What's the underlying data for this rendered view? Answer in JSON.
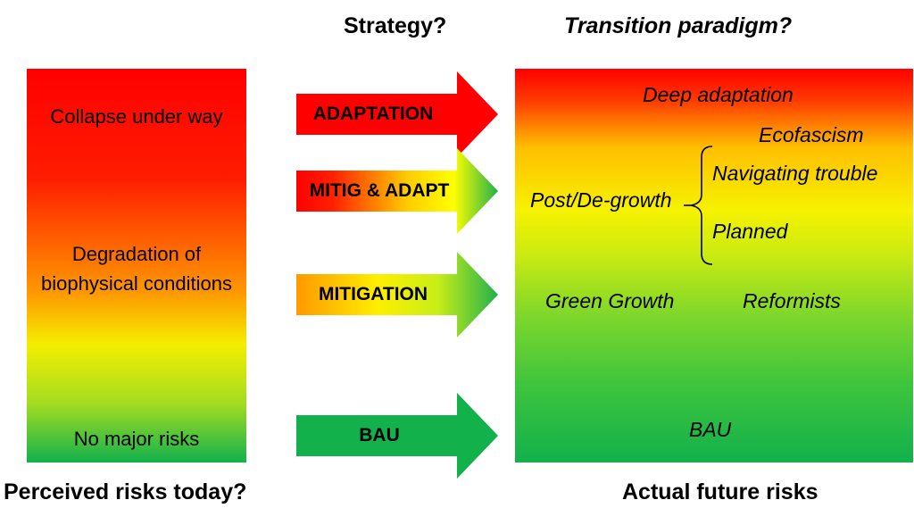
{
  "headers": {
    "strategy": "Strategy?",
    "transition": "Transition paradigm?",
    "perceived": "Perceived risks today?",
    "actual": "Actual future risks"
  },
  "left_box": {
    "top_label": "Collapse under way",
    "middle_label_line1": "Degradation of",
    "middle_label_line2": "biophysical conditions",
    "bottom_label": "No major risks"
  },
  "arrows": [
    {
      "label": "ADAPTATION",
      "colors": [
        "#ff0000",
        "#ff0000"
      ]
    },
    {
      "label": "MITIG & ADAPT",
      "colors": [
        "#ff0000",
        "#ffff00",
        "#22b14c"
      ]
    },
    {
      "label": "MITIGATION",
      "colors": [
        "#ff9900",
        "#ffff00",
        "#22b14c"
      ]
    },
    {
      "label": "BAU",
      "colors": [
        "#12b14c",
        "#12b14c"
      ]
    }
  ],
  "right_box": {
    "deep_adaptation": "Deep adaptation",
    "ecofascism": "Ecofascism",
    "navigating_trouble": "Navigating trouble",
    "post_degrowth": "Post/De-growth",
    "planned": "Planned",
    "green_growth": "Green Growth",
    "reformists": "Reformists",
    "bau": "BAU"
  }
}
